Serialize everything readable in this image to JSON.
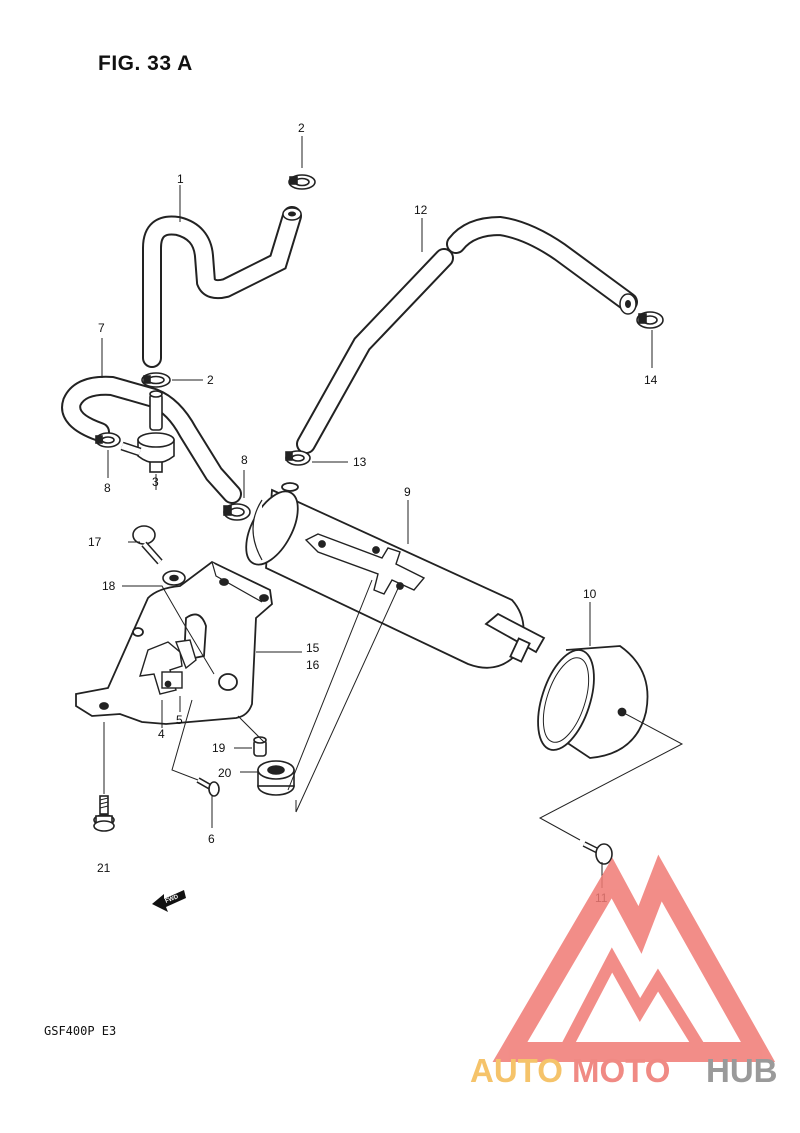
{
  "figure": {
    "title": "FIG. 33 A",
    "model": "GSF400P  E3"
  },
  "parts": [
    {
      "id": "p1",
      "label": "1"
    },
    {
      "id": "p2a",
      "label": "2"
    },
    {
      "id": "p2b",
      "label": "2"
    },
    {
      "id": "p3",
      "label": "3"
    },
    {
      "id": "p4",
      "label": "4"
    },
    {
      "id": "p5",
      "label": "5"
    },
    {
      "id": "p6",
      "label": "6"
    },
    {
      "id": "p7",
      "label": "7"
    },
    {
      "id": "p8a",
      "label": "8"
    },
    {
      "id": "p8b",
      "label": "8"
    },
    {
      "id": "p9",
      "label": "9"
    },
    {
      "id": "p10",
      "label": "10"
    },
    {
      "id": "p11",
      "label": "11"
    },
    {
      "id": "p12",
      "label": "12"
    },
    {
      "id": "p13",
      "label": "13"
    },
    {
      "id": "p14",
      "label": "14"
    },
    {
      "id": "p15",
      "label": "15"
    },
    {
      "id": "p16",
      "label": "16"
    },
    {
      "id": "p17",
      "label": "17"
    },
    {
      "id": "p18",
      "label": "18"
    },
    {
      "id": "p19",
      "label": "19"
    },
    {
      "id": "p20",
      "label": "20"
    },
    {
      "id": "p21",
      "label": "21"
    }
  ],
  "fwd_arrow": {
    "label": "FWD"
  },
  "watermark": {
    "part1": "AUTO",
    "part2": "MOTO",
    "part3": "HUB",
    "colors": {
      "auto": "#f5c36a",
      "moto": "#f08a84",
      "hub": "#9a9a9a",
      "logo": "#f07a74"
    }
  }
}
